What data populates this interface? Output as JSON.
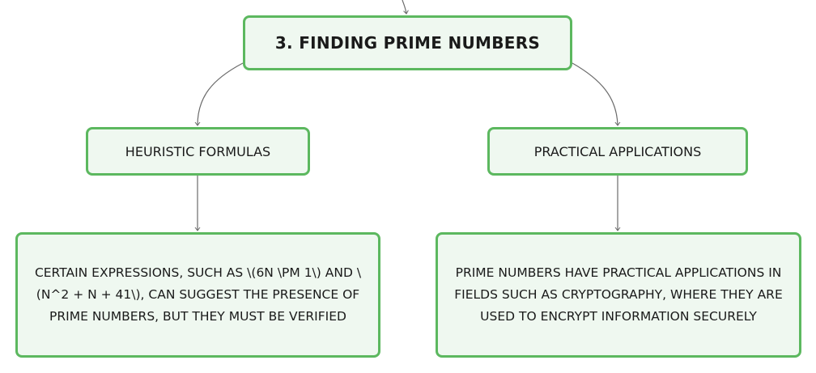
{
  "colors": {
    "node_border": "#5cb85f",
    "node_fill": "#eff8f0",
    "edge": "#6b6b6b",
    "text": "#1a1a1a"
  },
  "mindmap": {
    "root": {
      "label": "3. FINDING PRIME NUMBERS"
    },
    "branches": [
      {
        "label": "HEURISTIC FORMULAS",
        "detail": "CERTAIN EXPRESSIONS, SUCH AS \\(6N \\PM 1\\) AND \\(N^2 + N + 41\\), CAN SUGGEST THE PRESENCE OF PRIME NUMBERS, BUT THEY MUST BE VERIFIED"
      },
      {
        "label": "PRACTICAL APPLICATIONS",
        "detail": "PRIME NUMBERS HAVE PRACTICAL APPLICATIONS IN FIELDS SUCH AS CRYPTOGRAPHY, WHERE THEY ARE USED TO ENCRYPT INFORMATION SECURELY"
      }
    ]
  }
}
